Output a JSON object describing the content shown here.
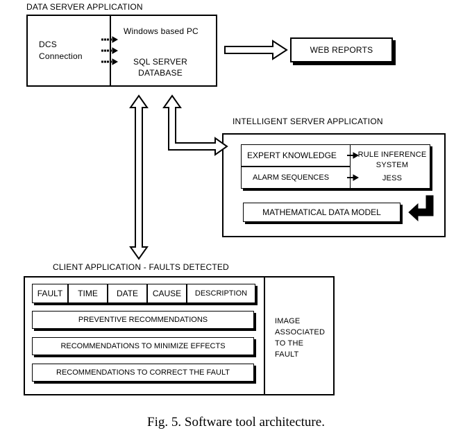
{
  "data_server": {
    "title": "DATA SERVER APPLICATION",
    "dcs_connection": [
      "DCS",
      "Connection"
    ],
    "pc_label": "Windows based PC",
    "database_label": [
      "SQL SERVER",
      "DATABASE"
    ]
  },
  "web_reports": "WEB REPORTS",
  "intelligent_server": {
    "title": "INTELLIGENT SERVER APPLICATION",
    "expert_knowledge": "EXPERT KNOWLEDGE",
    "alarm_sequences": "ALARM SEQUENCES",
    "rule_inference": [
      "RULE INFERENCE",
      "SYSTEM",
      "JESS"
    ],
    "math_model": "MATHEMATICAL DATA MODEL"
  },
  "client_application": {
    "title": "CLIENT APPLICATION - FAULTS DETECTED",
    "columns": [
      "FAULT",
      "TIME",
      "DATE",
      "CAUSE",
      "DESCRIPTION"
    ],
    "rows": [
      "PREVENTIVE RECOMMENDATIONS",
      "RECOMMENDATIONS TO MINIMIZE EFFECTS",
      "RECOMMENDATIONS TO CORRECT THE FAULT"
    ],
    "image_label": [
      "IMAGE",
      "ASSOCIATED",
      "TO THE",
      "FAULT"
    ]
  },
  "caption": "Fig. 5. Software tool architecture."
}
